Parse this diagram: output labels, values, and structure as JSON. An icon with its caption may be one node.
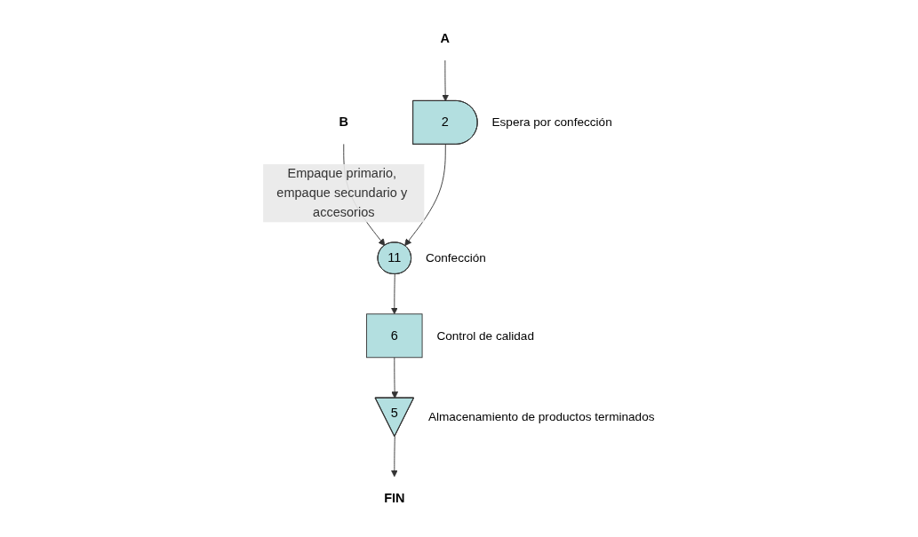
{
  "diagram": {
    "nodes": [
      {
        "text": [
          "B"
        ]
      },
      {
        "text": [
          "A"
        ]
      },
      {
        "text": [
          "2"
        ],
        "beside": [
          "Espera por confección"
        ]
      },
      {
        "text": [
          "11"
        ],
        "beside": [
          "Confección"
        ]
      },
      {
        "text": [
          "6"
        ],
        "beside": [
          "Control de calidad"
        ]
      },
      {
        "text": [
          "5"
        ],
        "beside": [
          "Almacenamiento de productos terminados"
        ]
      },
      {
        "text": [
          "FIN"
        ]
      }
    ],
    "edges": [
      {
        "from": 0,
        "to": 3,
        "arrow": "to",
        "label": "Empaque primario, empaque secundario y accesorios"
      },
      {
        "from": 1,
        "to": 2,
        "arrow": "to"
      },
      {
        "from": 2,
        "to": 3,
        "arrow": "to"
      },
      {
        "from": 3,
        "to": 4,
        "arrow": "to"
      },
      {
        "from": 4,
        "to": 5,
        "arrow": "to"
      },
      {
        "from": 5,
        "to": 6,
        "arrow": "to"
      }
    ]
  }
}
